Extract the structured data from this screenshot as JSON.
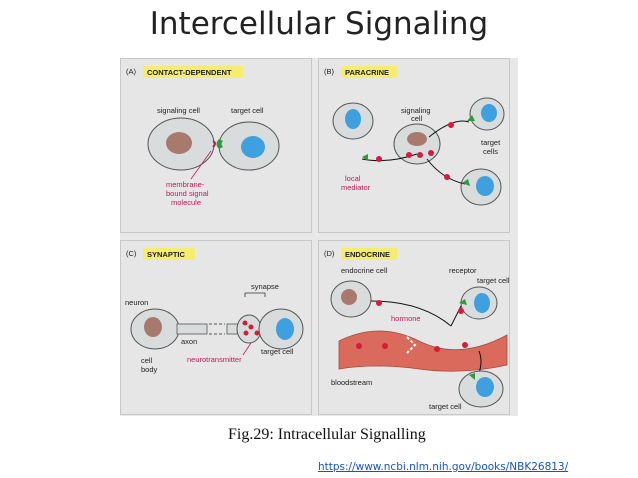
{
  "title": "Intercellular Signaling",
  "caption": "Fig.29: Intracellular Signalling",
  "link": "https://www.ncbi.nlm.nih.gov/books/NBK26813/",
  "colors": {
    "cell": "#d9dcdc",
    "nucleus_brown": "#a87a6e",
    "nucleus_blue": "#3fa0e0",
    "receptor": "#2e9a3c",
    "signal": "#d81b3b",
    "label_magenta": "#c2185b",
    "tag_yellow": "#f6ec6e",
    "vessel": "#d96a5c"
  },
  "panels": {
    "a": {
      "letter": "(A)",
      "tag": "CONTACT-DEPENDENT",
      "signaling_cell": "signaling cell",
      "target_cell": "target cell",
      "molecule_1": "membrane-",
      "molecule_2": "bound signal",
      "molecule_3": "molecule"
    },
    "b": {
      "letter": "(B)",
      "tag": "PARACRINE",
      "signaling_1": "signaling",
      "signaling_2": "cell",
      "target_1": "target",
      "target_2": "cells",
      "mediator_1": "local",
      "mediator_2": "mediator"
    },
    "c": {
      "letter": "(C)",
      "tag": "SYNAPTIC",
      "synapse": "synapse",
      "neuron": "neuron",
      "axon": "axon",
      "body_1": "cell",
      "body_2": "body",
      "neurotransmitter": "neurotransmitter",
      "target_cell": "target cell"
    },
    "d": {
      "letter": "(D)",
      "tag": "ENDOCRINE",
      "endocrine_cell": "endocrine cell",
      "receptor": "receptor",
      "target_cell_top": "target cell",
      "hormone": "hormone",
      "bloodstream": "bloodstream",
      "target_cell_bottom": "target cell"
    }
  }
}
